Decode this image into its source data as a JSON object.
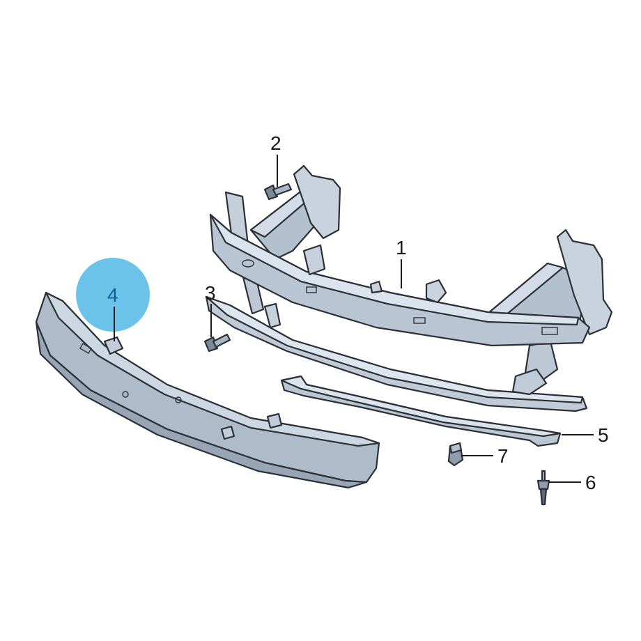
{
  "colors": {
    "part_fill": "#b7c3d0",
    "part_fill_light": "#d3dce6",
    "part_shadow": "#8e9cab",
    "highlight_circle": "#5bbce8",
    "highlight_text": "#0f5f94",
    "line": "#1a1a1a"
  },
  "callouts": [
    {
      "id": "1",
      "label": "1",
      "part": "bumper-reinforcement-carrier"
    },
    {
      "id": "2",
      "label": "2",
      "part": "upper-bolt"
    },
    {
      "id": "3",
      "label": "3",
      "part": "lower-bolt"
    },
    {
      "id": "4",
      "label": "4",
      "part": "energy-absorber",
      "highlighted": true
    },
    {
      "id": "5",
      "label": "5",
      "part": "lower-bracket-strip"
    },
    {
      "id": "6",
      "label": "6",
      "part": "screw"
    },
    {
      "id": "7",
      "label": "7",
      "part": "clip-nut"
    }
  ]
}
